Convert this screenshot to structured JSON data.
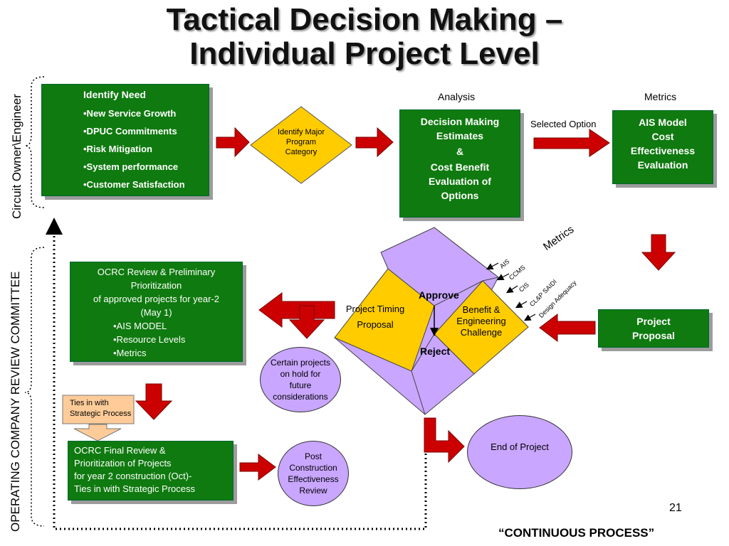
{
  "title": {
    "line1": "Tactical Decision Making –",
    "line2": "Individual Project Level"
  },
  "side_labels": {
    "top": "Circuit Owner\\Engineer",
    "bottom": "OPERATING COMPANY REVIEW COMMITTEE"
  },
  "identify_need": {
    "heading": "Identify Need",
    "items": [
      "•New Service Growth",
      "•DPUC Commitments",
      "•Risk Mitigation",
      "•System performance",
      "•Customer Satisfaction"
    ]
  },
  "diamond_category": {
    "lines": [
      "Identify Major",
      "Program",
      "Category"
    ]
  },
  "analysis_label": "Analysis",
  "metrics_label": "Metrics",
  "decision_box": {
    "lines": [
      "Decision Making",
      "Estimates",
      "&",
      "Cost Benefit",
      "Evaluation of",
      "Options"
    ]
  },
  "selected_option": "Selected Option",
  "ais_box": {
    "lines": [
      "AIS Model",
      "Cost",
      "Effectiveness",
      "Evaluation"
    ]
  },
  "big_diamond": {
    "left": [
      "Project Timing",
      "Proposal"
    ],
    "right": [
      "Benefit &",
      "Engineering",
      "Challenge"
    ],
    "approve": "Approve",
    "reject": "Reject"
  },
  "metrics_rot": {
    "title": "Metrics",
    "items": [
      "AIS",
      "CCMS",
      "CIS",
      "CL&P SAIDI",
      "Design Adequacy"
    ]
  },
  "project_proposal": {
    "lines": [
      "Project",
      "Proposal"
    ]
  },
  "ocrc_review": {
    "lines": [
      "OCRC  Review & Preliminary",
      "Prioritization",
      "of approved projects for year-2",
      "(May 1)"
    ],
    "items": [
      "•AIS MODEL",
      "•Resource Levels",
      "•Metrics"
    ]
  },
  "hold_circle": {
    "lines": [
      "Certain projects",
      "on hold for",
      "future",
      "considerations"
    ]
  },
  "ties_box": {
    "lines": [
      "Ties in with",
      "Strategic Process"
    ]
  },
  "ocrc_final": {
    "lines": [
      "OCRC Final Review &",
      "Prioritization of Projects",
      "for year 2 construction (Oct)-",
      "Ties in with Strategic Process"
    ]
  },
  "post_circle": {
    "lines": [
      "Post",
      "Construction",
      "Effectiveness",
      "Review"
    ]
  },
  "end_circle": "End of Project",
  "page_number": "21",
  "footer": "“CONTINUOUS PROCESS”",
  "colors": {
    "green": "#0f7a0f",
    "arrow_red": "#cc0000",
    "diamond_yellow": "#ffcc00",
    "lavender": "#c9a6ff",
    "ties_box": "#ffcc99"
  }
}
